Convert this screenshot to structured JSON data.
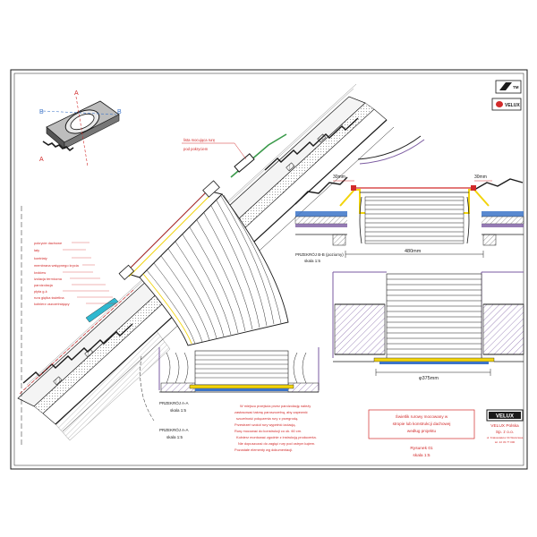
{
  "labels": {
    "view_a": "A",
    "view_b": "B",
    "dim_30_left": "30mm",
    "dim_30_right": "30mm",
    "dim_480": "480mm",
    "dim_375": "φ375mm",
    "section_bb": "PRZEKRÓJ B-B (poziomy)",
    "section_bb_scale": "skala 1:5",
    "section_aa_1": "PRZEKRÓJ A-A",
    "section_aa_1_scale": "skala 1:5",
    "section_aa_2": "PRZEKRÓJ A-A",
    "section_aa_2_scale": "skala 1:5",
    "drawing_no": "Rysunek 01",
    "drawing_scale": "skala 1:5"
  },
  "callouts": {
    "top_note": [
      "lista mocująca rurę",
      "pod pokryciem"
    ],
    "left_list": [
      "pokrycie dachowe",
      "łaty",
      "kontrłaty",
      "membrana wstępnego krycia",
      "krokiew",
      "izolacja termiczna",
      "paroizolacja",
      "płyta g-k",
      "rura giętka świetlna",
      "kołnierz uszczelniający"
    ]
  },
  "notes_block": [
    "W miejscu przejścia przez paroizolację należy",
    "zastosować taśmę paroszczelną, aby zapewnić",
    "szczelność połączenia rury z przegrodą.",
    "Przestrzeń wokół rury wypełnić izolacją.",
    "Rurę mocować do konstrukcji co ok. 60 cm.",
    "Kołnierz montować zgodnie z instrukcją producenta.",
    "Nie dopuszczać do zagięć rury pod ostrym kątem.",
    "Pozostałe elementy wg dokumentacji."
  ],
  "note_box": [
    "Świetlik rurowy mocowany w",
    "stropie lub konstrukcji dachowej",
    "według projektu"
  ],
  "brand": {
    "logo": "VELUX",
    "product": "VELUX Polska",
    "sub": "Sp. z o.o.",
    "small": "ul. Krakowiaków 34 Warszawa",
    "small2": "tel. 22 33 77 000",
    "badge_a": "TM",
    "badge_b": "VELUX"
  },
  "colors": {
    "line": "#1a1a1a",
    "accent_red": "#d22b2b",
    "accent_yellow": "#f2d40c",
    "accent_purple": "#7a5aa0",
    "accent_blue": "#3c74c8",
    "accent_green": "#3a9a4a",
    "accent_cyan": "#2fb8d0",
    "grey": "#8a8a8a"
  }
}
